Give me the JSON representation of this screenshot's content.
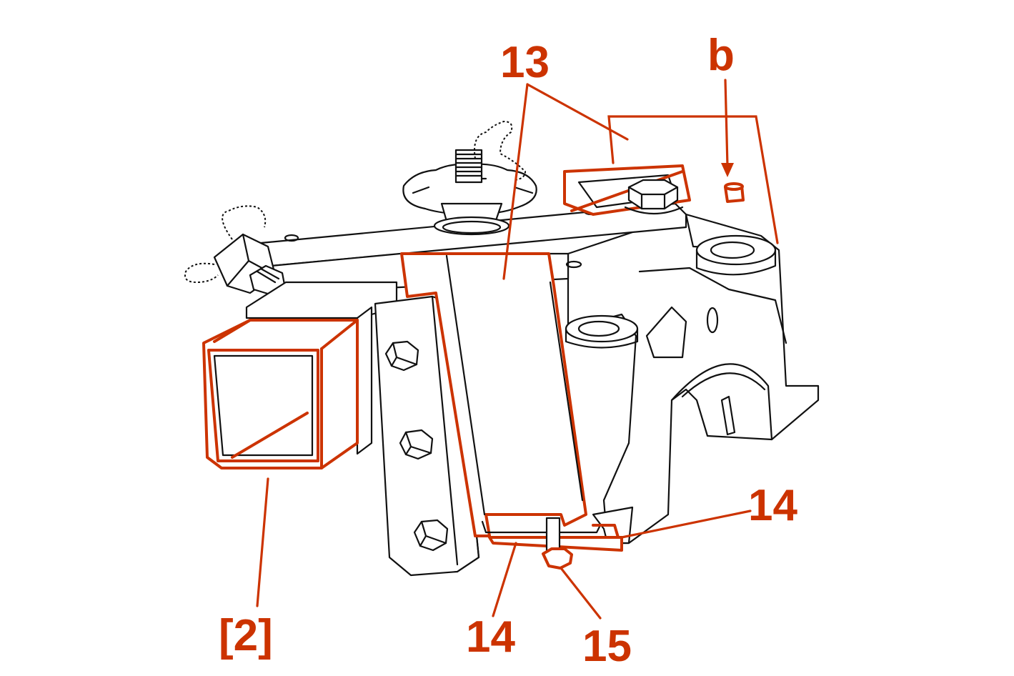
{
  "colors": {
    "accent": "#cc3300",
    "line": "#111111",
    "background": "#ffffff"
  },
  "callouts": {
    "part_13": "13",
    "detail_b": "b",
    "part_14_right": "14",
    "part_14_bottom": "14",
    "part_15": "15",
    "ref_2": "[2]"
  }
}
